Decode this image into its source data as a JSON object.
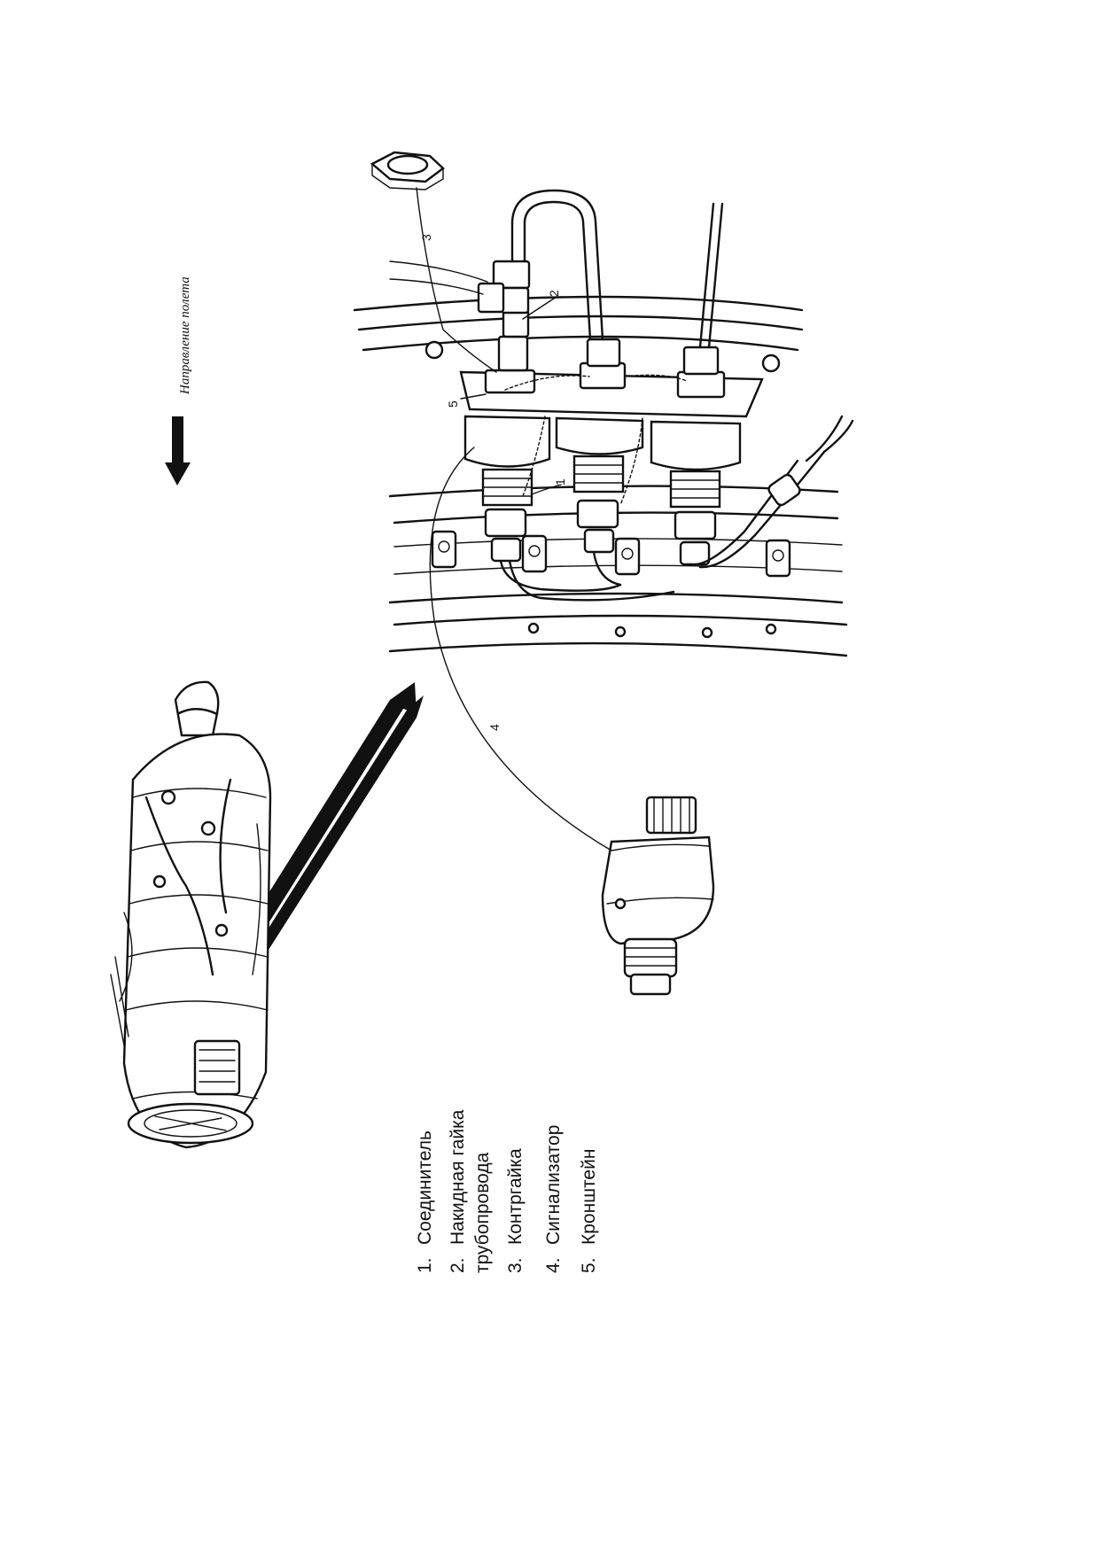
{
  "flight_direction": {
    "label": "Направление полета"
  },
  "callouts": [
    "1",
    "2",
    "3",
    "4",
    "5"
  ],
  "legend": [
    {
      "num": "1.",
      "text": "Соединитель"
    },
    {
      "num": "2.",
      "text": "Накидная гайка",
      "text2": "трубопровода"
    },
    {
      "num": "3.",
      "text": "Контргайка"
    },
    {
      "num": "4.",
      "text": "Сигнализатор"
    },
    {
      "num": "5.",
      "text": "Кронштейн"
    }
  ]
}
